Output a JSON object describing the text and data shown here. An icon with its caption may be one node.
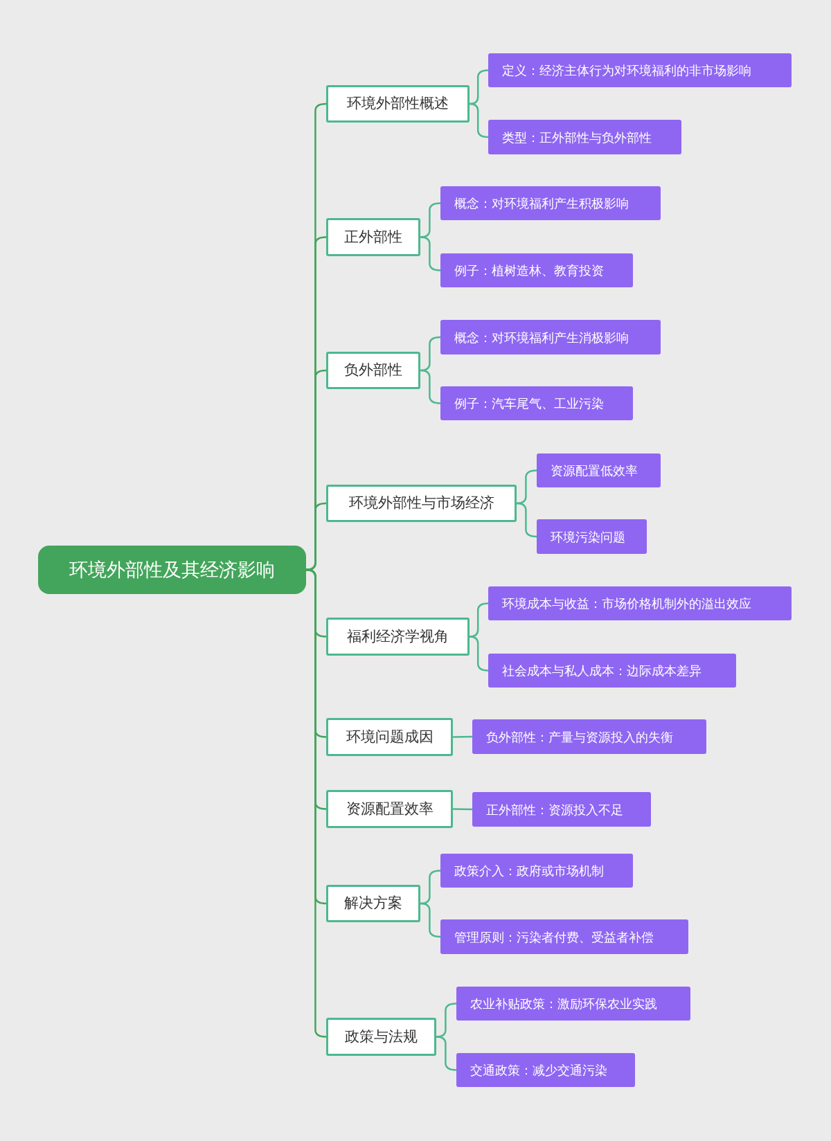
{
  "diagram": {
    "nodes": [
      {
        "text": [
          "环境外部性及其经济影响"
        ]
      },
      {
        "text": [
          "环境外部性概述"
        ]
      },
      {
        "text": [
          "定义：经济主体行为对环境福利的非市场影响"
        ]
      },
      {
        "text": [
          "类型：正外部性与负外部性"
        ]
      },
      {
        "text": [
          "正外部性"
        ]
      },
      {
        "text": [
          "概念：对环境福利产生积极影响"
        ]
      },
      {
        "text": [
          "例子：植树造林、教育投资"
        ]
      },
      {
        "text": [
          "负外部性"
        ]
      },
      {
        "text": [
          "概念：对环境福利产生消极影响"
        ]
      },
      {
        "text": [
          "例子：汽车尾气、工业污染"
        ]
      },
      {
        "text": [
          "环境外部性与市场经济"
        ]
      },
      {
        "text": [
          "资源配置低效率"
        ]
      },
      {
        "text": [
          "环境污染问题"
        ]
      },
      {
        "text": [
          "福利经济学视角"
        ]
      },
      {
        "text": [
          "环境成本与收益：市场价格机制外的溢出效应"
        ]
      },
      {
        "text": [
          "社会成本与私人成本：边际成本差异"
        ]
      },
      {
        "text": [
          "环境问题成因"
        ]
      },
      {
        "text": [
          "负外部性：产量与资源投入的失衡"
        ]
      },
      {
        "text": [
          "资源配置效率"
        ]
      },
      {
        "text": [
          "正外部性：资源投入不足"
        ]
      },
      {
        "text": [
          "解决方案"
        ]
      },
      {
        "text": [
          "政策介入：政府或市场机制"
        ]
      },
      {
        "text": [
          "管理原则：污染者付费、受益者补偿"
        ]
      },
      {
        "text": [
          "政策与法规"
        ]
      },
      {
        "text": [
          "农业补贴政策：激励环保农业实践"
        ]
      },
      {
        "text": [
          "交通政策：减少交通污染"
        ]
      }
    ],
    "edges": [
      {
        "from": 0,
        "to": 1,
        "arrow": "none",
        "color": "#43a55b"
      },
      {
        "from": 0,
        "to": 4,
        "arrow": "none",
        "color": "#43a55b"
      },
      {
        "from": 0,
        "to": 7,
        "arrow": "none",
        "color": "#43a55b"
      },
      {
        "from": 0,
        "to": 10,
        "arrow": "none",
        "color": "#43a55b"
      },
      {
        "from": 0,
        "to": 13,
        "arrow": "none",
        "color": "#43a55b"
      },
      {
        "from": 0,
        "to": 16,
        "arrow": "none",
        "color": "#43a55b"
      },
      {
        "from": 0,
        "to": 18,
        "arrow": "none",
        "color": "#43a55b"
      },
      {
        "from": 0,
        "to": 20,
        "arrow": "none",
        "color": "#43a55b"
      },
      {
        "from": 0,
        "to": 23,
        "arrow": "none",
        "color": "#43a55b"
      },
      {
        "from": 1,
        "to": 2,
        "arrow": "none"
      },
      {
        "from": 1,
        "to": 3,
        "arrow": "none"
      },
      {
        "from": 4,
        "to": 5,
        "arrow": "none"
      },
      {
        "from": 4,
        "to": 6,
        "arrow": "none"
      },
      {
        "from": 7,
        "to": 8,
        "arrow": "none"
      },
      {
        "from": 7,
        "to": 9,
        "arrow": "none"
      },
      {
        "from": 10,
        "to": 11,
        "arrow": "none"
      },
      {
        "from": 10,
        "to": 12,
        "arrow": "none"
      },
      {
        "from": 13,
        "to": 14,
        "arrow": "none"
      },
      {
        "from": 13,
        "to": 15,
        "arrow": "none"
      },
      {
        "from": 16,
        "to": 17,
        "arrow": "none"
      },
      {
        "from": 18,
        "to": 19,
        "arrow": "none"
      },
      {
        "from": 20,
        "to": 21,
        "arrow": "none"
      },
      {
        "from": 20,
        "to": 22,
        "arrow": "none"
      },
      {
        "from": 23,
        "to": 24,
        "arrow": "none"
      },
      {
        "from": 23,
        "to": 25,
        "arrow": "none"
      }
    ]
  }
}
